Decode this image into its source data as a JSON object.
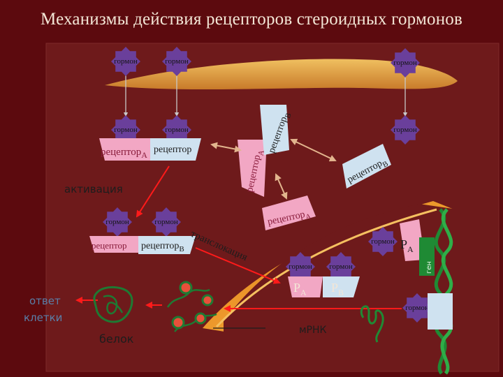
{
  "title": "Механизмы действия рецепторов стероидных гормонов",
  "hormone_label": "гормон",
  "labels": {
    "receptor": "рецептор",
    "receptor_a_base": "рецептор",
    "sub_a": "A",
    "receptor_b_base": "рецептор",
    "sub_b": "B",
    "activation": "активация",
    "translocation": "транслокация",
    "cell_response_line1": "ответ",
    "cell_response_line2": "клетки",
    "protein": "белок",
    "mrna": "мРНК",
    "pa_p": "P",
    "pa_sub": "A",
    "pb_p": "P",
    "pb_sub": "B",
    "gene_side": "ген"
  },
  "colors": {
    "background": "#5c0a0e",
    "panel": "#6e1a1b",
    "membrane": "#e0a040",
    "hormone": "#6a3f9b",
    "receptor_pink": "#f2a7c4",
    "receptor_blue": "#cfe2f0",
    "arrow_red": "#ff1a1a",
    "arrow_tan": "#e2b58e",
    "gene_green": "#1f8a34",
    "protein_green": "#1e7a33"
  }
}
